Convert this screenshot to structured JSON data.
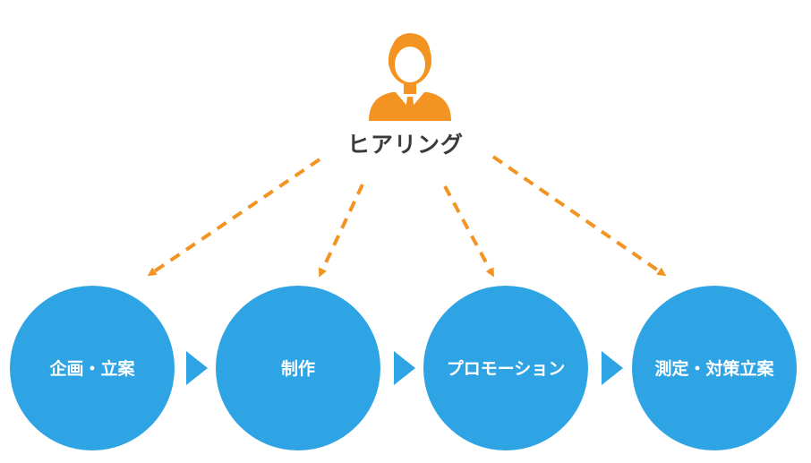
{
  "hub": {
    "label": "ヒアリング",
    "icon": "person-icon",
    "color": "#f39321"
  },
  "steps": [
    {
      "label": "企画・立案"
    },
    {
      "label": "制作"
    },
    {
      "label": "プロモーション"
    },
    {
      "label": "測定・対策立案"
    }
  ],
  "colors": {
    "step_fill": "#2fa4e4",
    "arrow": "#f39321",
    "hub_text": "#3a3a3a"
  }
}
